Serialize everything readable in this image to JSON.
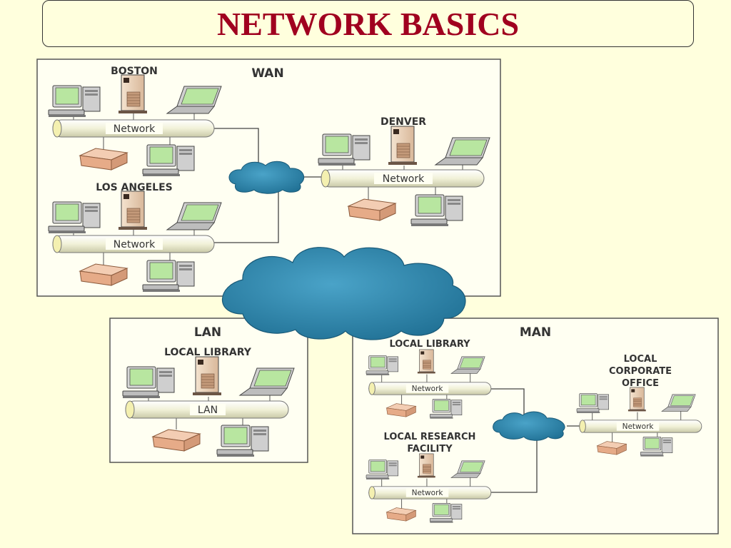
{
  "title": "NETWORK BASICS",
  "wan": {
    "heading": "WAN",
    "sites": [
      {
        "name": "BOSTON",
        "network_label": "Network"
      },
      {
        "name": "DENVER",
        "network_label": "Network"
      },
      {
        "name": "LOS ANGELES",
        "network_label": "Network"
      }
    ]
  },
  "lan": {
    "heading": "LAN",
    "site": {
      "name": "LOCAL LIBRARY",
      "network_label": "LAN"
    }
  },
  "man": {
    "heading": "MAN",
    "sites": [
      {
        "name": "LOCAL LIBRARY",
        "network_label": "Network"
      },
      {
        "name_lines": [
          "LOCAL",
          "CORPORATE",
          "OFFICE"
        ],
        "network_label": "Network"
      },
      {
        "name_lines": [
          "LOCAL RESEARCH",
          "FACILITY"
        ],
        "network_label": "Network"
      }
    ]
  },
  "colors": {
    "title": "#a0001f",
    "background": "#ffffdd",
    "cloud": "#2b7ea3",
    "screen": "#b8e6a0",
    "box": "#e9b99a"
  }
}
